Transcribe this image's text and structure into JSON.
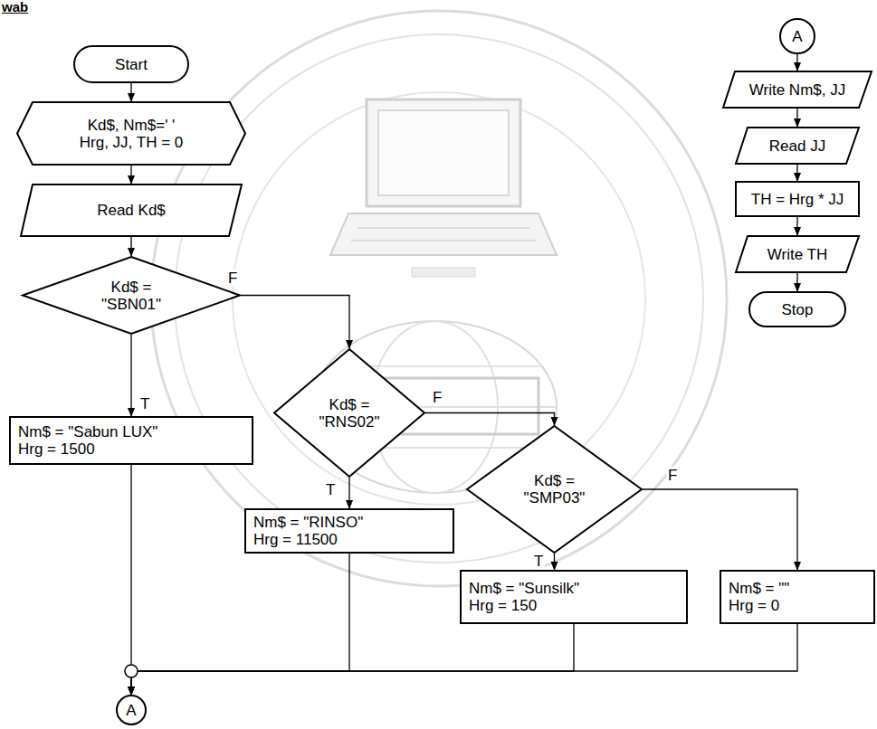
{
  "diagram": {
    "nodes": [
      {
        "text": [
          "Start"
        ]
      },
      {
        "text": [
          "Kd$, Nm$=' ' Hrg, JJ, TH = 0"
        ]
      },
      {
        "text": [
          "Read Kd$"
        ]
      },
      {
        "text": [
          "Kd$ = \"SBN01\""
        ]
      },
      {
        "text": [
          "Nm$ = \"Sabun LUX\" Hrg = 1500"
        ]
      },
      {
        "text": [
          "Kd$ = \"RNS02\""
        ]
      },
      {
        "text": [
          "Nm$ = \"RINSO\" Hrg = 11500"
        ]
      },
      {
        "text": [
          "Kd$ = \"SMP03\""
        ]
      },
      {
        "text": [
          "Nm$ = \"Sunsilk\" Hrg = 150"
        ]
      },
      {
        "text": [
          "Nm$ = \"\" Hrg = 0"
        ]
      },
      {
        "text": [
          "A"
        ]
      },
      {
        "text": [
          "A"
        ]
      },
      {
        "text": [
          "Write Nm$, JJ"
        ]
      },
      {
        "text": [
          "Read JJ"
        ]
      },
      {
        "text": [
          "TH = Hrg * JJ"
        ]
      },
      {
        "text": [
          "Write TH"
        ]
      },
      {
        "text": [
          "Stop"
        ]
      }
    ],
    "edges": [
      {
        "from": 0,
        "to": 1,
        "arrow": "to"
      },
      {
        "from": 1,
        "to": 2,
        "arrow": "to"
      },
      {
        "from": 2,
        "to": 3,
        "arrow": "to"
      },
      {
        "from": 3,
        "to": 4,
        "label": "T",
        "arrow": "to"
      },
      {
        "from": 3,
        "to": 5,
        "label": "F",
        "arrow": "to"
      },
      {
        "from": 5,
        "to": 6,
        "label": "T",
        "arrow": "to"
      },
      {
        "from": 5,
        "to": 7,
        "label": "F",
        "arrow": "to"
      },
      {
        "from": 7,
        "to": 8,
        "label": "T",
        "arrow": "to"
      },
      {
        "from": 7,
        "to": 9,
        "label": "F",
        "arrow": "to"
      },
      {
        "from": 4,
        "to": 10,
        "arrow": "to"
      },
      {
        "from": 6,
        "to": 10,
        "arrow": "to"
      },
      {
        "from": 8,
        "to": 10,
        "arrow": "to"
      },
      {
        "from": 9,
        "to": 10,
        "arrow": "to"
      },
      {
        "from": 11,
        "to": 12,
        "arrow": "to"
      },
      {
        "from": 12,
        "to": 13,
        "arrow": "to"
      },
      {
        "from": 13,
        "to": 14,
        "arrow": "to"
      },
      {
        "from": 14,
        "to": 15,
        "arrow": "to"
      },
      {
        "from": 15,
        "to": 16,
        "arrow": "to"
      }
    ],
    "labels": [
      "wab"
    ]
  }
}
